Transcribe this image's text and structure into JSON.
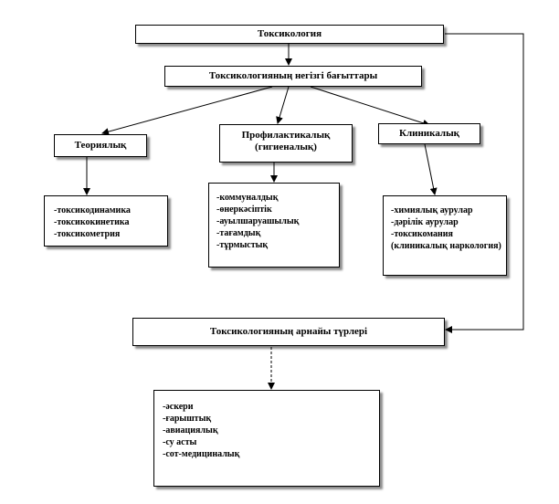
{
  "root": {
    "label": "Токсикология"
  },
  "main_directions": {
    "label": "Токсикологияның негізгі бағыттары"
  },
  "branches": [
    {
      "id": "theoretical",
      "label": "Теориялық",
      "items": [
        "-токсикодинамика",
        "-токсикокинетика",
        "-токсикометрия"
      ]
    },
    {
      "id": "preventive",
      "label": "Профилактикалық (гигиеналық)",
      "items": [
        "-коммуналдық",
        "-өнеркәсіптік",
        "-ауылшаруашылық",
        "-тағамдық",
        "-тұрмыстық"
      ]
    },
    {
      "id": "clinical",
      "label": "Клиникалық",
      "items": [
        "-химиялық аурулар",
        "-дәрілік аурулар",
        "-токсикомания (клиникалық наркология)"
      ]
    }
  ],
  "special": {
    "label": "Токсикологияның арнайы түрлері",
    "items": [
      "-әскери",
      "-ғарыштық",
      "-авиациялық",
      "-су асты",
      "-сот-медициналық"
    ]
  }
}
